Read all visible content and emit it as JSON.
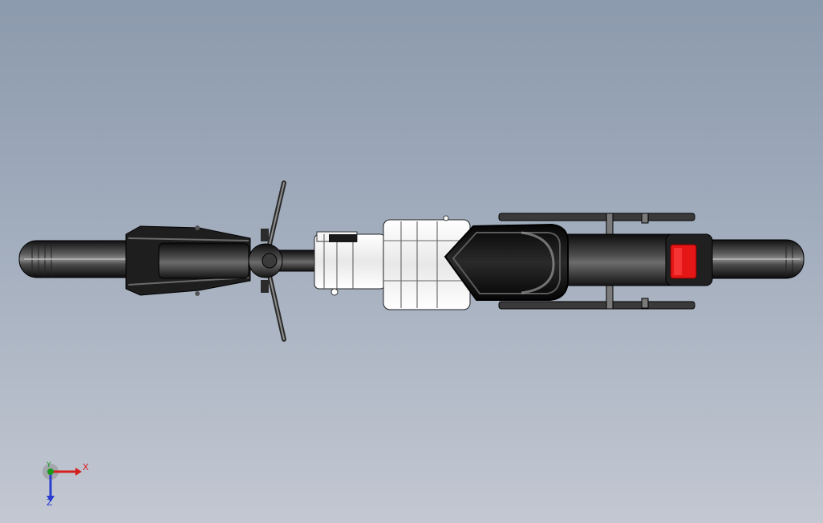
{
  "viewport": {
    "background_top": "#8c9aad",
    "background_bottom": "#c3c8d2"
  },
  "model": {
    "part_names": [
      "front-wheel",
      "front-fork",
      "headlight-housing",
      "steering-head",
      "handlebar",
      "frame-tube",
      "engine-block",
      "fuel-tank",
      "seat",
      "rear-swingarm",
      "rear-wheel",
      "tail-light"
    ],
    "colors": {
      "body": "#1c1c1c",
      "engine": "#f2f2f2",
      "tail_light": "#e51616",
      "metal": "#9a9a9a"
    }
  },
  "triad": {
    "x_label": "X",
    "y_label": "Y",
    "z_label": "Z",
    "x_color": "#d61f1f",
    "y_color": "#1a9a1a",
    "z_color": "#2a3bd0"
  }
}
